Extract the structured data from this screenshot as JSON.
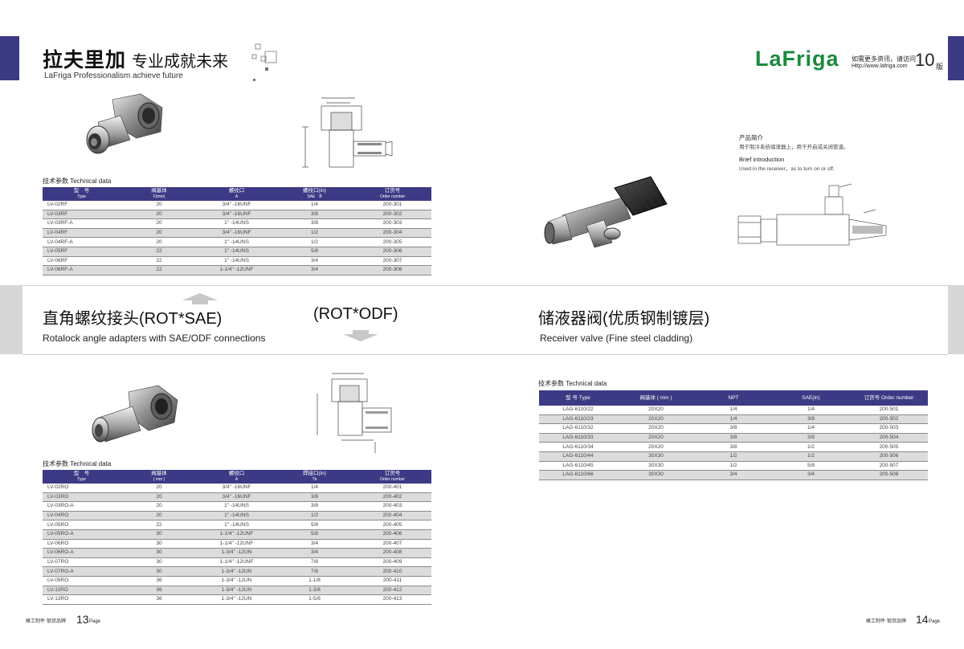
{
  "header": {
    "title_cn_bold": "拉夫里加",
    "title_cn_light": "专业成就未来",
    "tagline": "LaFriga Professionalism achieve future",
    "logo": "LaFriga",
    "info_cn": "如需更多资讯，请访问",
    "url": "Http://www.lafriga.com",
    "edition_num": "10",
    "edition_suffix": "版"
  },
  "intro": {
    "title_cn": "产品简介",
    "text_cn": "用于制冷系统储液器上，用于开启或关闭管道。",
    "title_en": "Brief introduction",
    "text_en": "Used in the receiver，as to turn on or off."
  },
  "band": {
    "left_title": "直角螺纹接头(ROT*SAE)",
    "middle_title": "(ROT*ODF)",
    "left_subtitle": "Rotalock angle adapters with SAE/ODF connections",
    "right_title": "储液器阀(优质钢制镀层)",
    "right_subtitle": "Receiver valve (Fine steel cladding)"
  },
  "tech_label": "技术参数 Technical data",
  "table_sae": {
    "headers": [
      {
        "cn": "型　号",
        "en": "Type"
      },
      {
        "cn": "阀基体",
        "en": "F(mm)"
      },
      {
        "cn": "螺纹口",
        "en": "A"
      },
      {
        "cn": "螺纹口(in)",
        "en": "SAE　B"
      },
      {
        "cn": "订货号",
        "en": "Order number"
      }
    ],
    "rows": [
      [
        "LV-02RF",
        "20",
        "3/4\" -16UNF",
        "1/4",
        "200-301"
      ],
      [
        "LV-03RF",
        "20",
        "3/4\" -16UNF",
        "3/8",
        "200-302"
      ],
      [
        "LV-03RF-A",
        "20",
        "1\" -14UNS",
        "3/8",
        "200-303"
      ],
      [
        "LV-04RF",
        "20",
        "3/4\" -16UNF",
        "1/2",
        "200-304"
      ],
      [
        "LV-04RF-A",
        "20",
        "1\" -14UNS",
        "1/2",
        "200-305"
      ],
      [
        "LV-05RF",
        "22",
        "1\" -14UNS",
        "5/8",
        "200-306"
      ],
      [
        "LV-06RF",
        "22",
        "1\" -14UNS",
        "3/4",
        "200-307"
      ],
      [
        "LV-06RF-A",
        "22",
        "1-1/4\" -12UNF",
        "3/4",
        "200-308"
      ]
    ]
  },
  "table_odf": {
    "headers": [
      {
        "cn": "型　号",
        "en": "Type"
      },
      {
        "cn": "阀基体",
        "en": "( mm )"
      },
      {
        "cn": "螺纹口",
        "en": "A"
      },
      {
        "cn": "焊接口(in)",
        "en": "Tb"
      },
      {
        "cn": "订货号",
        "en": "Order number"
      }
    ],
    "rows": [
      [
        "LV-02RO",
        "20",
        "3/4\" -16UNF",
        "1/4",
        "200-401"
      ],
      [
        "LV-03RO",
        "20",
        "3/4\" -16UNF",
        "3/8",
        "200-402"
      ],
      [
        "LV-03RO-A",
        "20",
        "1\" -14UNS",
        "3/8",
        "200-403"
      ],
      [
        "LV-04RO",
        "20",
        "1\" -14UNS",
        "1/2",
        "200-404"
      ],
      [
        "LV-05RO",
        "22",
        "1\" -14UNS",
        "5/8",
        "200-405"
      ],
      [
        "LV-05RO-A",
        "30",
        "1-1/4\" -12UNF",
        "5/8",
        "200-406"
      ],
      [
        "LV-06RO",
        "30",
        "1-1/4\" -12UNF",
        "3/4",
        "200-407"
      ],
      [
        "LV-06RO-A",
        "30",
        "1-3/4\" -12UN",
        "3/4",
        "200-408"
      ],
      [
        "LV-07RO",
        "30",
        "1-1/4\" -12UNF",
        "7/8",
        "200-409"
      ],
      [
        "LV-07RO-A",
        "30",
        "1-3/4\" -12UN",
        "7/8",
        "200-410"
      ],
      [
        "LV-09RO",
        "36",
        "1-3/4\" -12UN",
        "1-1/8",
        "200-411"
      ],
      [
        "LV-11RO",
        "36",
        "1-3/4\" -12UN",
        "1-3/8",
        "200-412"
      ],
      [
        "LV-13RO",
        "36",
        "1-3/4\" -12UN",
        "1-5/8",
        "200-413"
      ]
    ]
  },
  "table_lag": {
    "headers": [
      "型 号 Type",
      "阀基体 ( mm )",
      "NPT",
      "SAE(in)",
      "订货号 Order number"
    ],
    "rows": [
      [
        "LAG-6110/22",
        "20X20",
        "1/4",
        "1/4",
        "200-501"
      ],
      [
        "LAG-6110/23",
        "20X20",
        "1/4",
        "3/8",
        "200-502"
      ],
      [
        "LAG-6110/32",
        "20X20",
        "3/8",
        "1/4",
        "200-503"
      ],
      [
        "LAG-6110/33",
        "20X20",
        "3/8",
        "3/8",
        "200-504"
      ],
      [
        "LAG-6110/34",
        "20X20",
        "3/8",
        "1/2",
        "200-505"
      ],
      [
        "LAG-6110/44",
        "30X30",
        "1/2",
        "1/2",
        "200-506"
      ],
      [
        "LAG-6110/45",
        "30X30",
        "1/2",
        "5/8",
        "200-507"
      ],
      [
        "LAG-6110/66",
        "30X30",
        "3/4",
        "3/4",
        "200-508"
      ]
    ]
  },
  "footer": {
    "left_company": "蜂工制件·锻贸品牌",
    "left_page": "13",
    "right_company": "蜂工制件·锻贸品牌",
    "right_page": "14",
    "page_word": "Page"
  },
  "colors": {
    "accent": "#3b3a82",
    "logo_green": "#1a8a3c",
    "logo_navy": "#1d2a6e",
    "band": "#d7d7d7"
  }
}
